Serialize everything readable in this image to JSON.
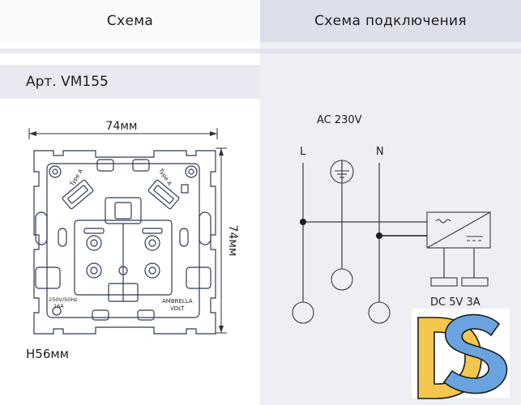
{
  "tabs": {
    "left": "Схема",
    "right": "Схема подключения"
  },
  "product": {
    "article": "Арт. VM155",
    "height": "H56мм"
  },
  "dimensions": {
    "width": "74мм",
    "height": "74мм"
  },
  "socket_markings": {
    "type_left": "Type A",
    "type_right": "Type A",
    "rating_1": "250V/50Hz",
    "rating_2": "16A",
    "brand_1": "AMBRELLA",
    "brand_2": "VOLT"
  },
  "wiring": {
    "supply": "AC 230V",
    "line": "L",
    "neutral": "N",
    "output": "DC 5V 3A"
  },
  "logo": {
    "letters": "DS"
  },
  "colors": {
    "accent_orange": "#f3c64d",
    "accent_blue": "#6aa4e0"
  }
}
